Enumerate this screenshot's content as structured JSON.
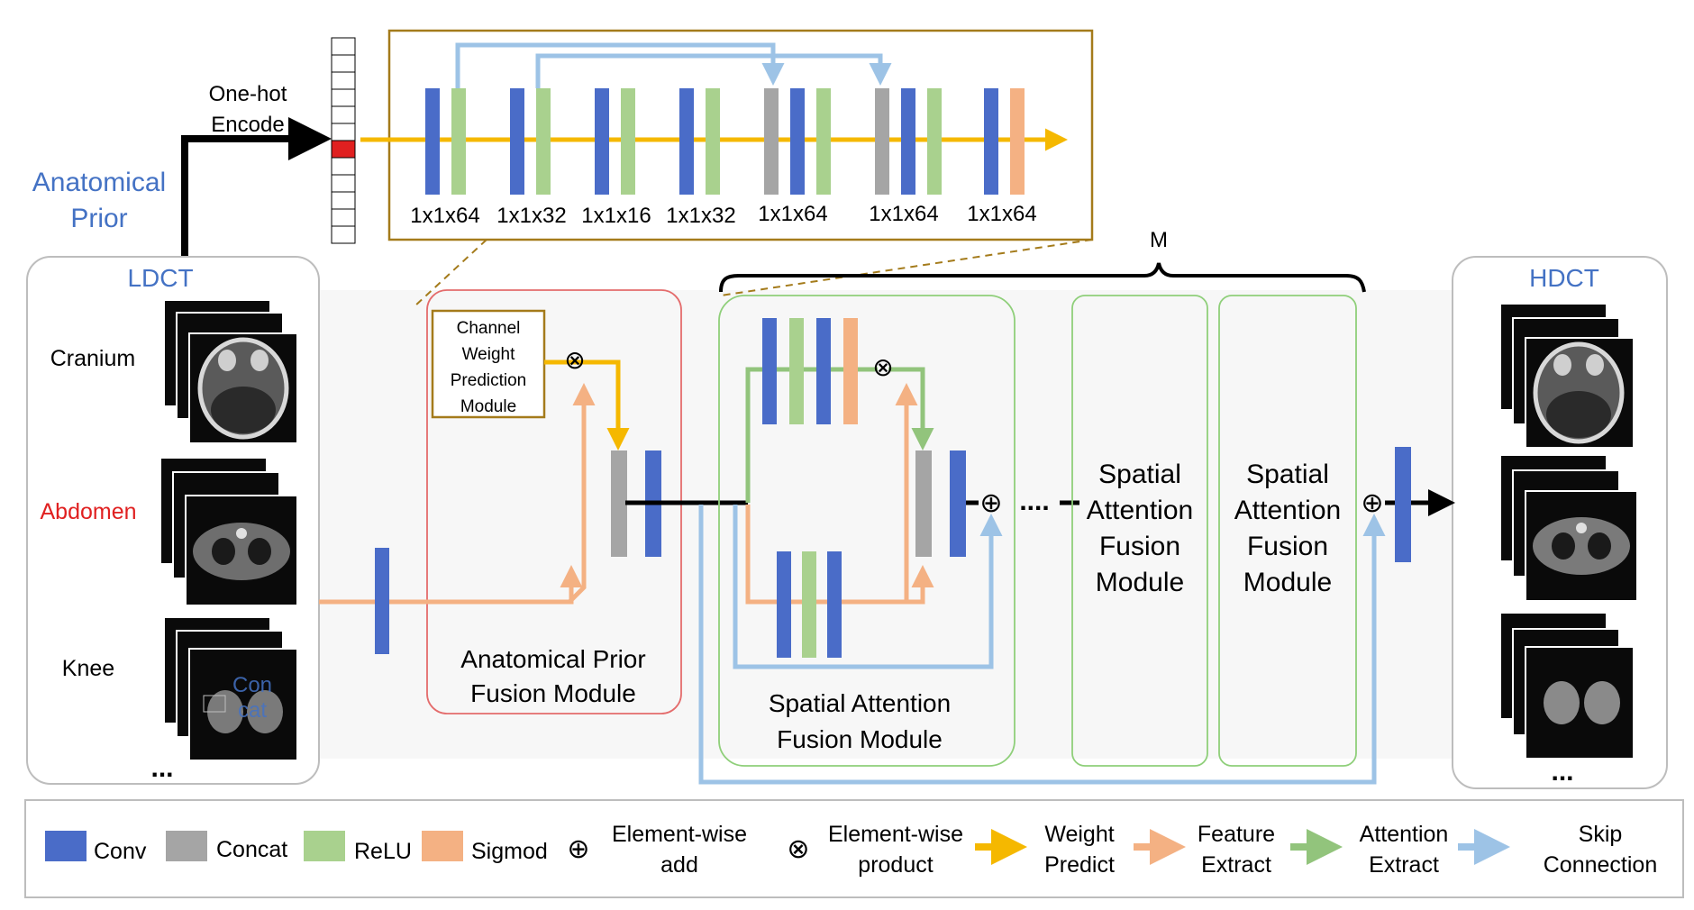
{
  "colors": {
    "conv": "#4a6cc8",
    "concat": "#a5a5a5",
    "relu": "#a9d18e",
    "sigmoid": "#f4b183",
    "weight_predict": "#f5b800",
    "feature_extract": "#f4b183",
    "attention_extract": "#92c47c",
    "skip_connection": "#9dc3e6",
    "prior_label": "#4472c4",
    "highlight_red": "#e02020",
    "apf_border": "#e46c6c",
    "saf_border": "#8fcf7a",
    "cwp_border": "#a47b1b"
  },
  "prior": {
    "label_line1": "Anatomical",
    "label_line2": "Prior",
    "encode_line1": "One-hot",
    "encode_line2": "Encode"
  },
  "cwp_detail": {
    "layer_labels": [
      "1x1x64",
      "1x1x32",
      "1x1x16",
      "1x1x32",
      "1x1x64",
      "1x1x64",
      "1x1x64"
    ]
  },
  "ldct": {
    "title": "LDCT",
    "regions": [
      "Cranium",
      "Abdomen",
      "Knee"
    ],
    "ellipsis": "...",
    "overlay_text_line1": "Con",
    "overlay_text_line2": "cat"
  },
  "hdct": {
    "title": "HDCT",
    "ellipsis": "..."
  },
  "apf": {
    "cwp_line1": "Channel",
    "cwp_line2": "Weight",
    "cwp_line3": "Prediction",
    "cwp_line4": "Module",
    "title_line1": "Anatomical Prior",
    "title_line2": "Fusion Module"
  },
  "saf": {
    "title_line1": "Spatial Attention",
    "title_line2": "Fusion Module",
    "block_line1": "Spatial",
    "block_line2": "Attention",
    "block_line3": "Fusion",
    "block_line4": "Module",
    "repeat_label": "M",
    "dots": "....",
    "product_symbol": "⊗",
    "add_symbol": "⊕"
  },
  "legend": {
    "conv": "Conv",
    "concat": "Concat",
    "relu": "ReLU",
    "sigmoid": "Sigmod",
    "add_symbol": "⊕",
    "add_line1": "Element-wise",
    "add_line2": "add",
    "product_symbol": "⊗",
    "product_line1": "Element-wise",
    "product_line2": "product",
    "weight_line1": "Weight",
    "weight_line2": "Predict",
    "feature_line1": "Feature",
    "feature_line2": "Extract",
    "attention_line1": "Attention",
    "attention_line2": "Extract",
    "skip_line1": "Skip",
    "skip_line2": "Connection"
  }
}
